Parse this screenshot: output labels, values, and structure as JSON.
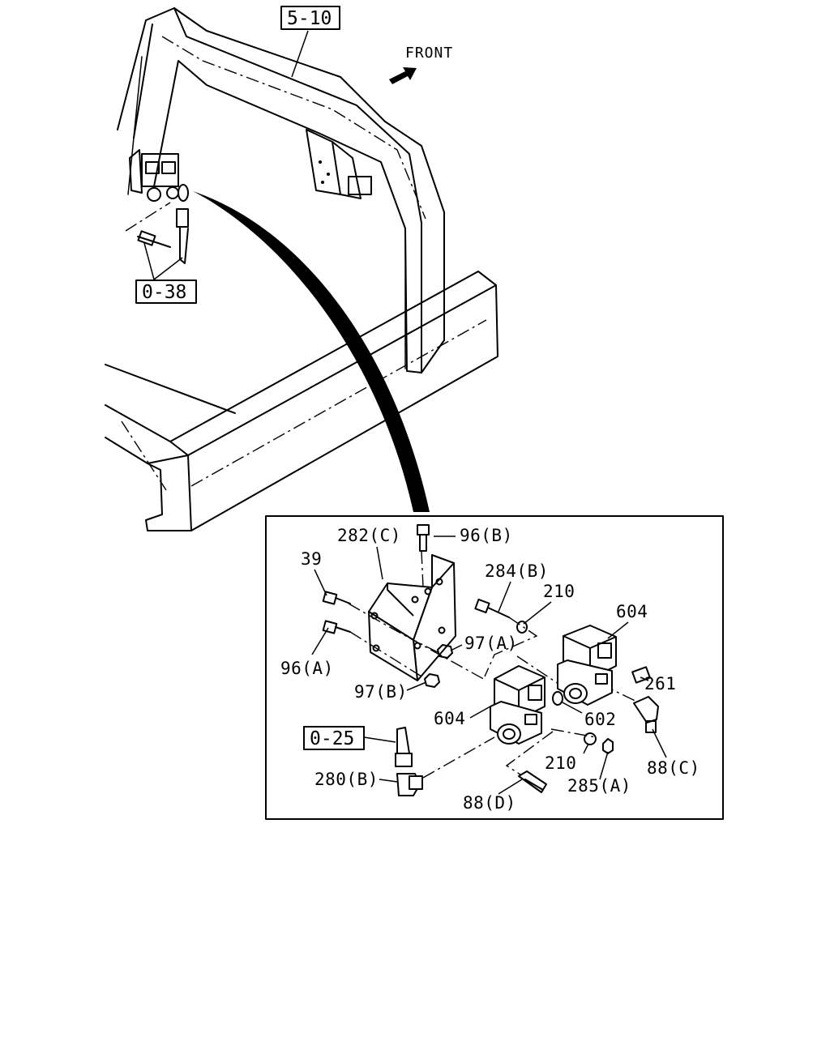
{
  "diagram": {
    "direction_label": "FRONT",
    "refs": {
      "ref_5_10": "5-10",
      "ref_0_38": "0-38",
      "ref_0_25": "0-25"
    },
    "callouts": {
      "c_282C": "282(C)",
      "c_96B": "96(B)",
      "c_39": "39",
      "c_284B": "284(B)",
      "c_210a": "210",
      "c_604a": "604",
      "c_97A": "97(A)",
      "c_261": "261",
      "c_96A": "96(A)",
      "c_97B": "97(B)",
      "c_604b": "604",
      "c_602": "602",
      "c_210b": "210",
      "c_88C": "88(C)",
      "c_285A": "285(A)",
      "c_280B": "280(B)",
      "c_88D": "88(D)"
    }
  }
}
